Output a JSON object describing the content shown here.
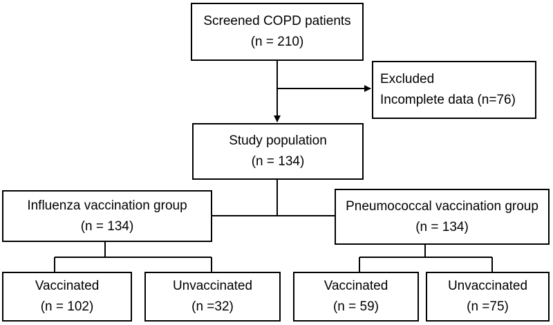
{
  "screened": {
    "title": "Screened COPD patients",
    "count": "(n = 210)"
  },
  "excluded": {
    "title": "Excluded",
    "reason": "Incomplete data (n=76)"
  },
  "study": {
    "title": "Study population",
    "count": "(n = 134)"
  },
  "influenza": {
    "title": "Influenza vaccination group",
    "count": "(n = 134)",
    "vaccinated": {
      "title": "Vaccinated",
      "count": "(n = 102)"
    },
    "unvaccinated": {
      "title": "Unvaccinated",
      "count": "(n =32)"
    }
  },
  "pneumococcal": {
    "title": "Pneumococcal vaccination group",
    "count": "(n = 134)",
    "vaccinated": {
      "title": "Vaccinated",
      "count": "(n = 59)"
    },
    "unvaccinated": {
      "title": "Unvaccinated",
      "count": "(n =75)"
    }
  },
  "colors": {
    "line": "#000000",
    "box_border": "#000000",
    "background": "#ffffff"
  }
}
